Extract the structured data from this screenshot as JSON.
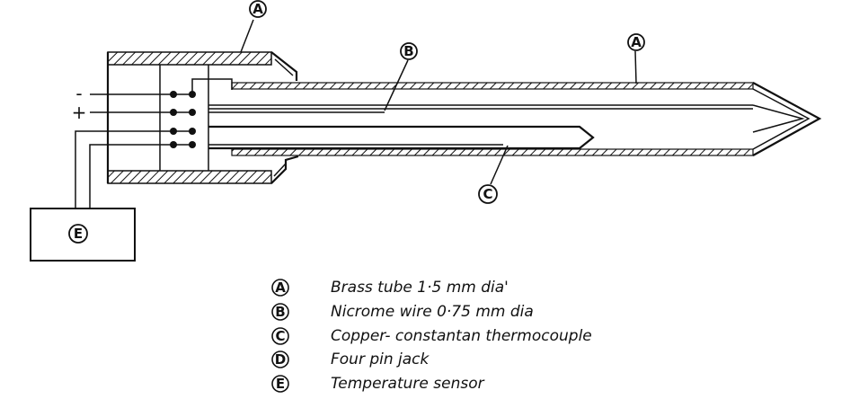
{
  "diagram": {
    "callouts": {
      "top_label": "A",
      "wire_label": "B",
      "tube_label": "A",
      "thermo_label": "C",
      "box_label": "E"
    },
    "signs": {
      "minus": "-",
      "plus": "+"
    }
  },
  "legend": [
    {
      "key": "A",
      "text": "Brass tube 1·5 mm dia'"
    },
    {
      "key": "B",
      "text": "Nicrome wire 0·75 mm dia"
    },
    {
      "key": "C",
      "text": "Copper- constantan thermocouple"
    },
    {
      "key": "D",
      "text": "Four pin jack"
    },
    {
      "key": "E",
      "text": "Temperature sensor"
    }
  ]
}
